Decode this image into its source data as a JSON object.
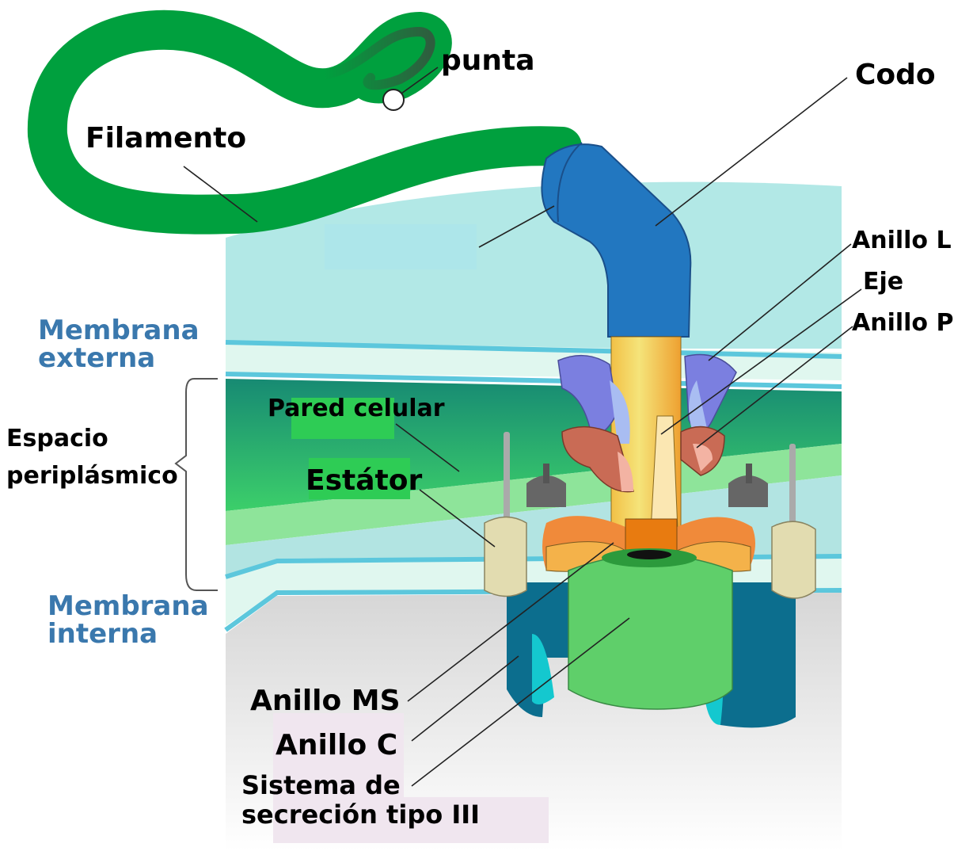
{
  "title": "Flagelo bacteriano",
  "labels": {
    "punta": "punta",
    "codo": "Codo",
    "filamento": "Filamento",
    "anillo_l": "Anillo L",
    "eje": "Eje",
    "anillo_p": "Anillo P",
    "membrana_externa_1": "Membrana",
    "membrana_externa_2": "externa",
    "espacio_1": "Espacio",
    "espacio_2": "periplásmico",
    "pared_celular": "Pared celular",
    "estator": "Estátor",
    "membrana_interna_1": "Membrana",
    "membrana_interna_2": "interna",
    "anillo_ms": "Anillo MS",
    "anillo_c": "Anillo C",
    "sistema_1": "Sistema de",
    "sistema_2": "secreción tipo III"
  },
  "colors": {
    "filament": "#00a03e",
    "hook": "#2277c0",
    "outer_bg": "#b2e8e6",
    "membrane_line": "#5cc7dc",
    "cell_wall_dark": "#1a8a6e",
    "cell_wall_light": "#8ee49a",
    "rod": "#f2c046",
    "l_ring": "#7b7fe0",
    "p_ring": "#c96b55",
    "ms_ring": "#f4b24a",
    "c_ring": "#0c6e8e",
    "t3ss": "#5fcf6a",
    "stator": "#e2dcb0",
    "label_blue": "#3a78ad"
  }
}
